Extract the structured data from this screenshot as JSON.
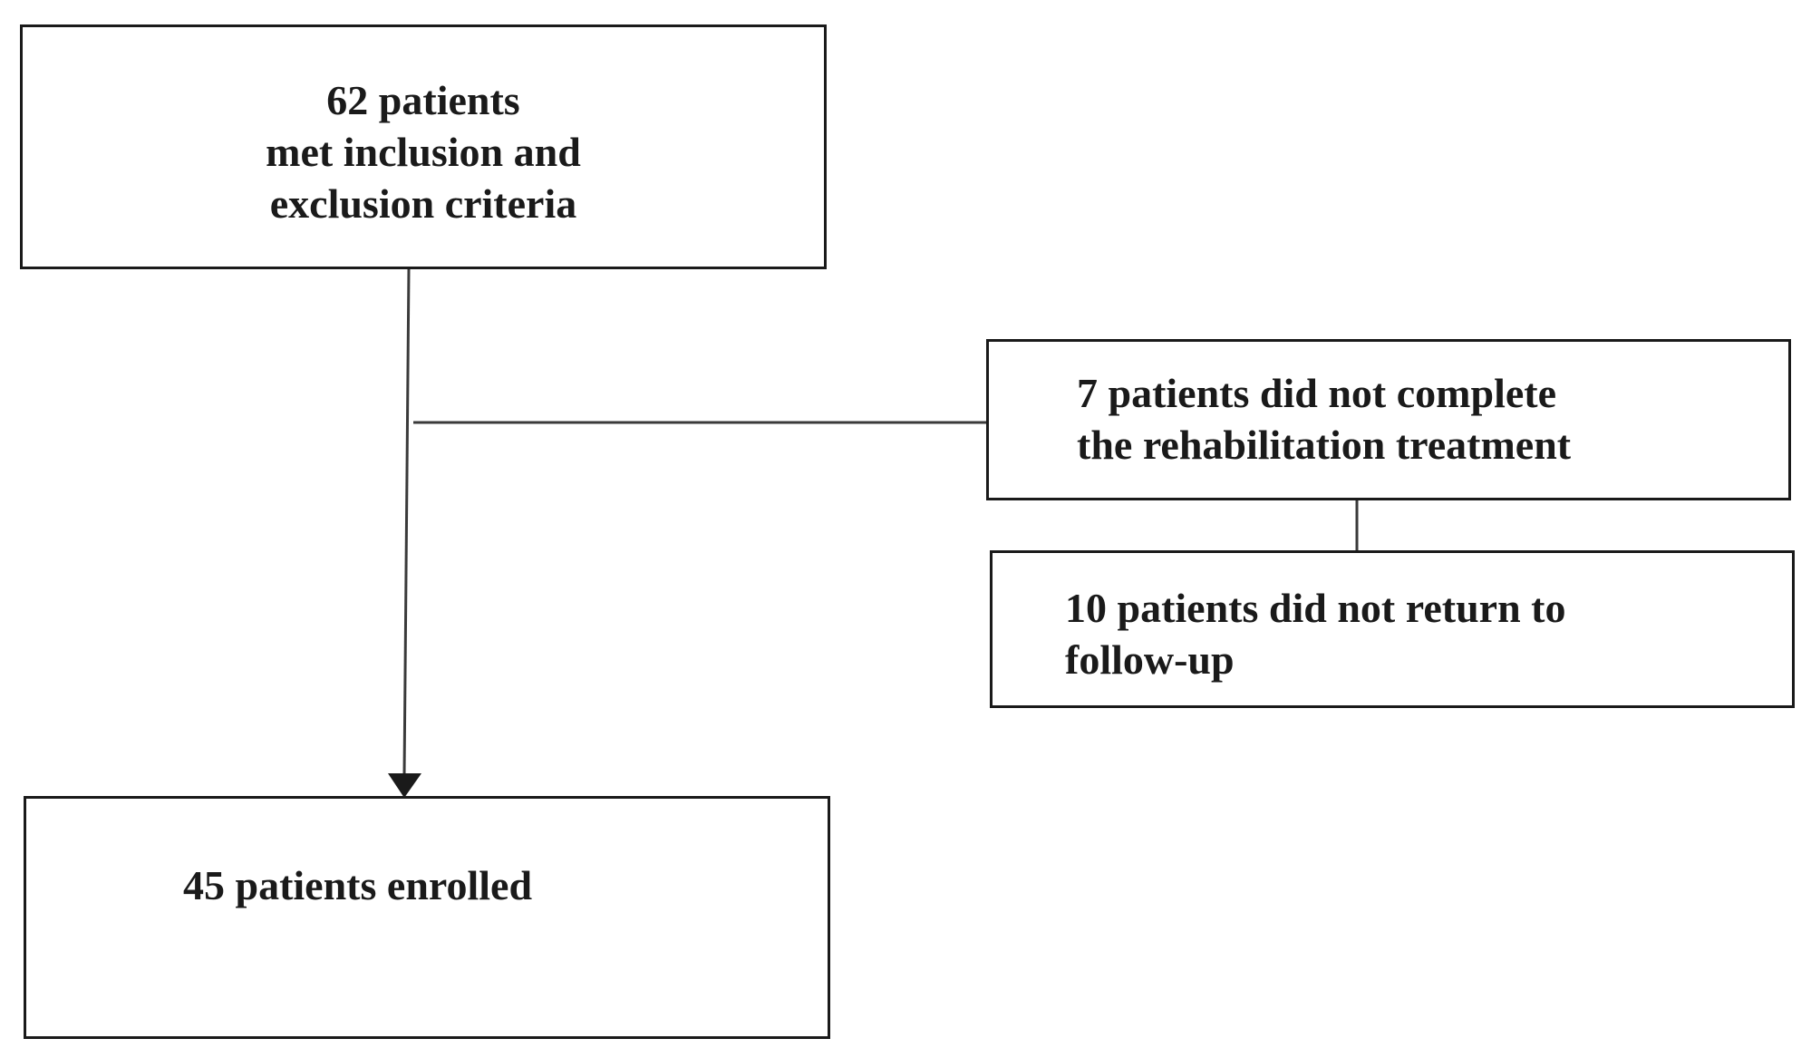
{
  "flowchart": {
    "screened_box": {
      "lines": [
        "62 patients",
        "met inclusion and",
        "exclusion criteria"
      ]
    },
    "incomplete_box": {
      "lines": [
        "7 patients did not complete",
        "the rehabilitation treatment"
      ]
    },
    "lost_followup_box": {
      "lines": [
        "10 patients did not return to",
        "follow-up"
      ]
    },
    "enrolled_box": {
      "lines": [
        "45 patients enrolled"
      ]
    }
  }
}
